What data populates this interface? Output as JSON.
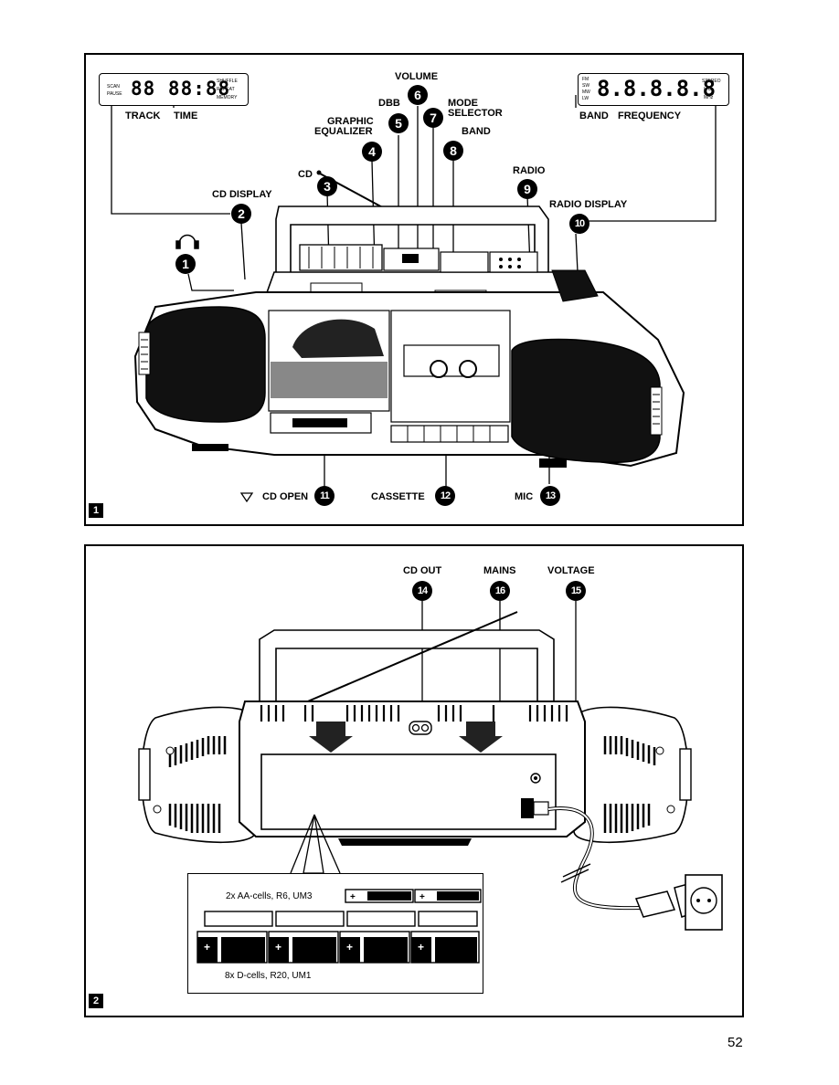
{
  "figure1": {
    "number": "1",
    "cd_display": {
      "track_label": "TRACK",
      "time_label": "TIME",
      "digits": "88 88:88",
      "left_indicators": [
        "SCAN",
        "PAUSE"
      ],
      "right_indicators": [
        "SHUFFLE",
        "REPEAT",
        "MEMORY"
      ]
    },
    "radio_display": {
      "band_label": "BAND",
      "frequency_label": "FREQUENCY",
      "digits": "8.8.8.8.8",
      "left_indicators": [
        "FM",
        "SW",
        "MW",
        "LW"
      ],
      "right_indicators": [
        "STEREO",
        "kHz",
        "MHz"
      ]
    },
    "callouts": [
      {
        "number": "1",
        "label": ""
      },
      {
        "number": "2",
        "label": "CD DISPLAY"
      },
      {
        "number": "3",
        "label": "CD"
      },
      {
        "number": "4",
        "label_line1": "GRAPHIC",
        "label_line2": "EQUALIZER"
      },
      {
        "number": "5",
        "label": "DBB"
      },
      {
        "number": "6",
        "label": "VOLUME"
      },
      {
        "number": "7",
        "label_line1": "MODE",
        "label_line2": "SELECTOR"
      },
      {
        "number": "8",
        "label": "BAND"
      },
      {
        "number": "9",
        "label": "RADIO"
      },
      {
        "number": "10",
        "label": "RADIO DISPLAY"
      },
      {
        "number": "11",
        "label": "CD OPEN"
      },
      {
        "number": "12",
        "label": "CASSETTE"
      },
      {
        "number": "13",
        "label": "MIC"
      }
    ]
  },
  "figure2": {
    "number": "2",
    "callouts": [
      {
        "number": "14",
        "label": "CD OUT"
      },
      {
        "number": "16",
        "label": "MAINS"
      },
      {
        "number": "15",
        "label": "VOLTAGE"
      }
    ],
    "battery_aa_text": "2x AA-cells, R6, UM3",
    "battery_d_text": "8x D-cells, R20, UM1"
  },
  "page_number": "52"
}
